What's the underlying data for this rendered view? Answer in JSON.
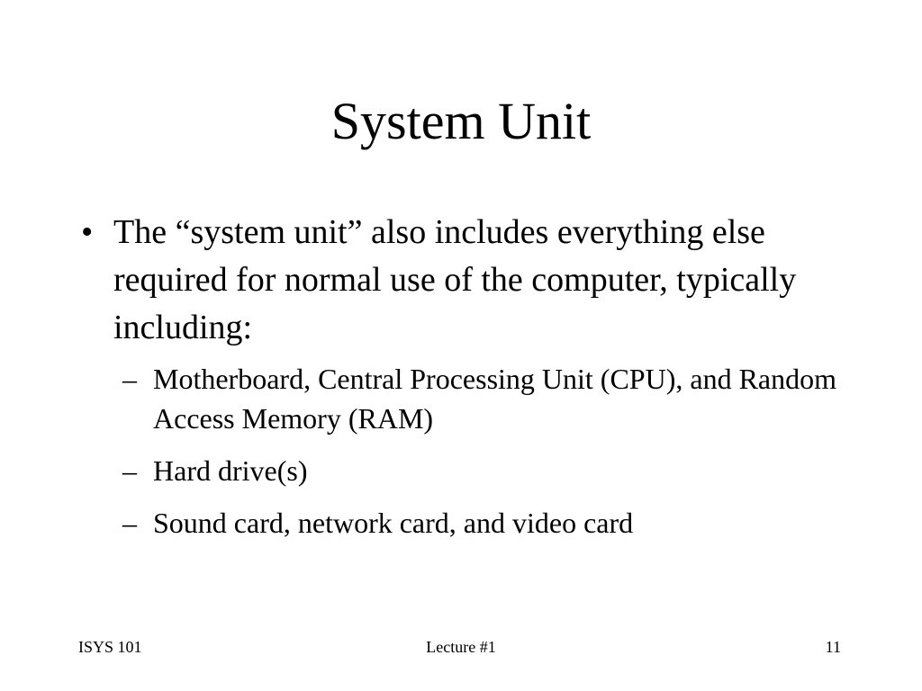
{
  "slide": {
    "title": "System Unit",
    "bullets": [
      {
        "marker": "•",
        "text": "The “system unit” also includes everything else required for normal use of the computer, typically including:",
        "sub_bullets": [
          {
            "marker": "–",
            "text": "Motherboard, Central Processing Unit (CPU), and Random Access Memory (RAM)"
          },
          {
            "marker": "–",
            "text": "Hard drive(s)"
          },
          {
            "marker": "–",
            "text": "Sound card, network card, and video card"
          }
        ]
      }
    ]
  },
  "footer": {
    "left": "ISYS 101",
    "center": "Lecture #1",
    "right": "11"
  }
}
